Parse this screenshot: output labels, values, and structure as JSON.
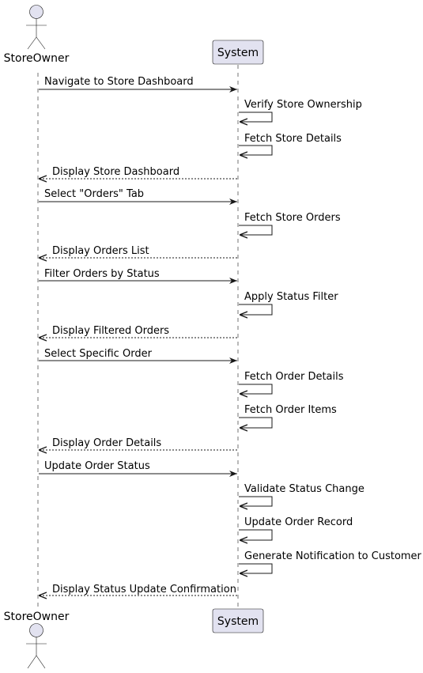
{
  "participants": {
    "actor": {
      "name": "StoreOwner"
    },
    "system": {
      "name": "System"
    }
  },
  "messages": [
    {
      "from": "StoreOwner",
      "to": "System",
      "kind": "sync",
      "label": "Navigate to Store Dashboard"
    },
    {
      "from": "System",
      "to": "System",
      "kind": "self",
      "label": "Verify Store Ownership"
    },
    {
      "from": "System",
      "to": "System",
      "kind": "self",
      "label": "Fetch Store Details"
    },
    {
      "from": "System",
      "to": "StoreOwner",
      "kind": "return",
      "label": "Display Store Dashboard"
    },
    {
      "from": "StoreOwner",
      "to": "System",
      "kind": "sync",
      "label": "Select \"Orders\" Tab"
    },
    {
      "from": "System",
      "to": "System",
      "kind": "self",
      "label": "Fetch Store Orders"
    },
    {
      "from": "System",
      "to": "StoreOwner",
      "kind": "return",
      "label": "Display Orders List"
    },
    {
      "from": "StoreOwner",
      "to": "System",
      "kind": "sync",
      "label": "Filter Orders by Status"
    },
    {
      "from": "System",
      "to": "System",
      "kind": "self",
      "label": "Apply Status Filter"
    },
    {
      "from": "System",
      "to": "StoreOwner",
      "kind": "return",
      "label": "Display Filtered Orders"
    },
    {
      "from": "StoreOwner",
      "to": "System",
      "kind": "sync",
      "label": "Select Specific Order"
    },
    {
      "from": "System",
      "to": "System",
      "kind": "self",
      "label": "Fetch Order Details"
    },
    {
      "from": "System",
      "to": "System",
      "kind": "self",
      "label": "Fetch Order Items"
    },
    {
      "from": "System",
      "to": "StoreOwner",
      "kind": "return",
      "label": "Display Order Details"
    },
    {
      "from": "StoreOwner",
      "to": "System",
      "kind": "sync",
      "label": "Update Order Status"
    },
    {
      "from": "System",
      "to": "System",
      "kind": "self",
      "label": "Validate Status Change"
    },
    {
      "from": "System",
      "to": "System",
      "kind": "self",
      "label": "Update Order Record"
    },
    {
      "from": "System",
      "to": "System",
      "kind": "self",
      "label": "Generate Notification to Customer"
    },
    {
      "from": "System",
      "to": "StoreOwner",
      "kind": "return",
      "label": "Display Status Update Confirmation"
    }
  ],
  "colors": {
    "participant_fill": "#e2e2f0",
    "participant_border": "#181818",
    "line": "#181818",
    "lifeline": "#181818"
  }
}
